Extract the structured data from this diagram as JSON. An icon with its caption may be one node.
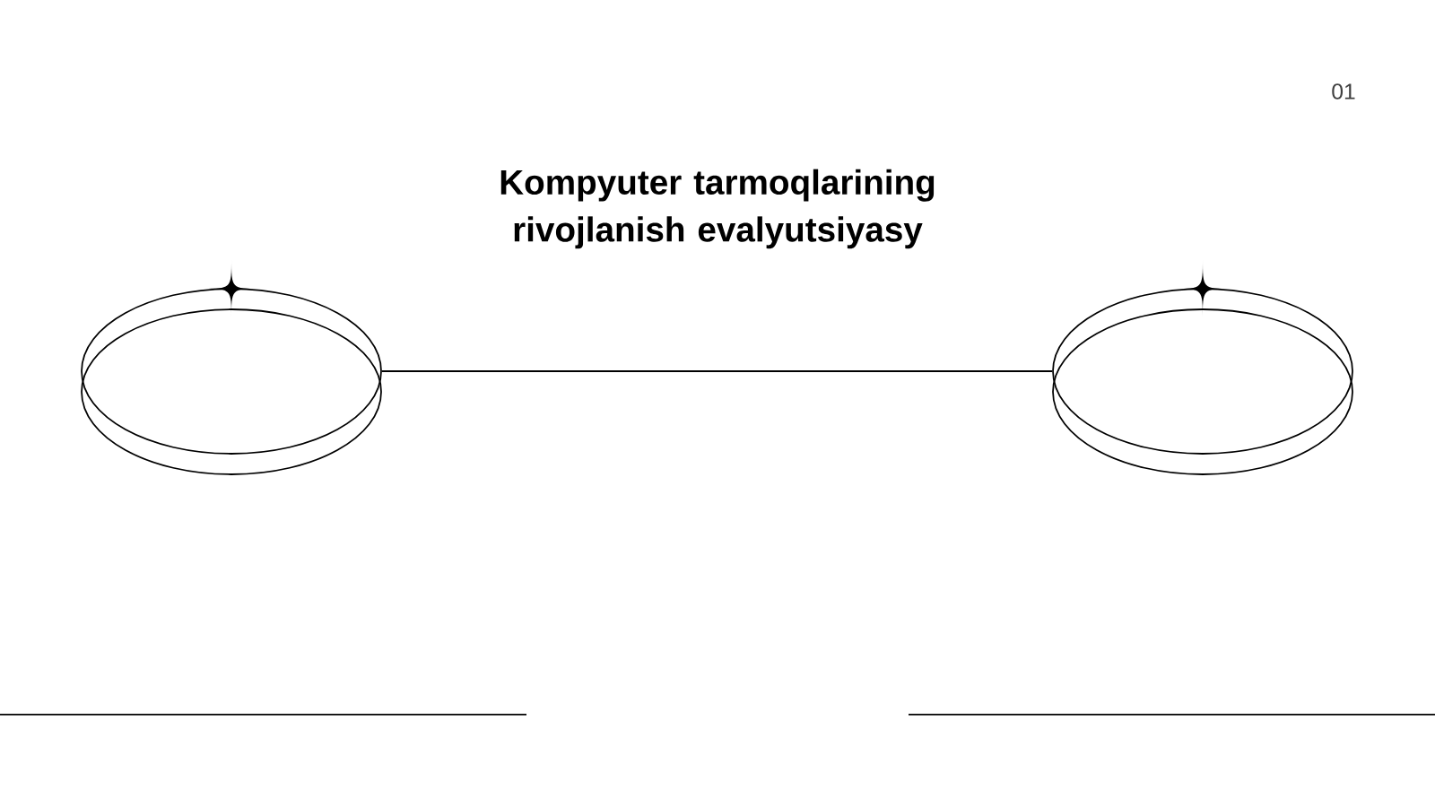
{
  "diagram": {
    "title": "Kompyuter tarmoqlarining rivojlanish evalyutsiyasy",
    "nodes": [
      {
        "text": [],
        "shape": "ellipse"
      },
      {
        "text": [],
        "shape": "ellipse"
      }
    ],
    "edges": [
      {
        "from": 0,
        "to": 1,
        "arrow": "none"
      }
    ],
    "labels": [
      "01"
    ]
  }
}
